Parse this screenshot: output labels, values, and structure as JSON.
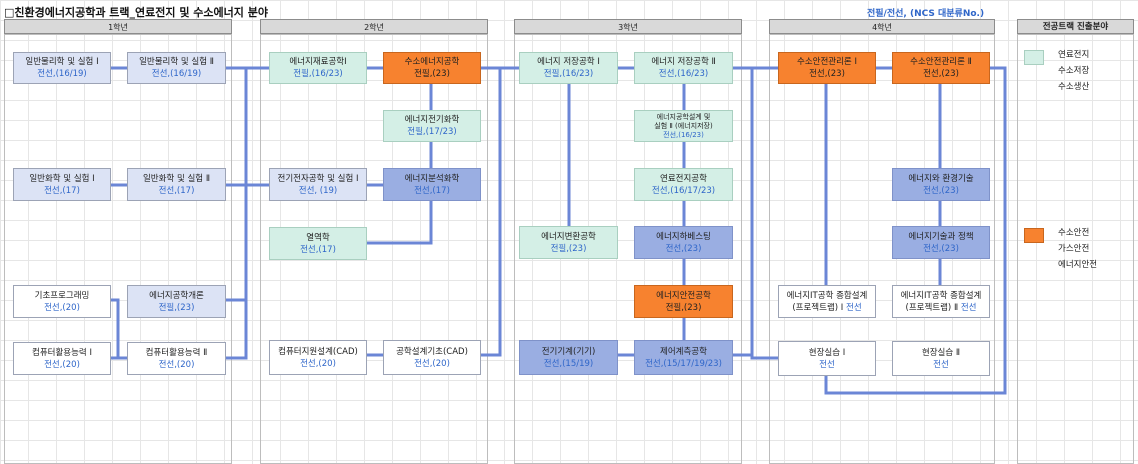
{
  "title": "□친환경에너지공학과 트랙_연료전지 및 수소에너지 분야",
  "legend_note": "전필/전선, (NCS 대분류No.)",
  "years": [
    "1학년",
    "2학년",
    "3학년",
    "4학년"
  ],
  "track_header": "전공트랙 진출분야",
  "legend": {
    "green": {
      "color": "#d4efe6",
      "lines": [
        "연료전지",
        "수소저장",
        "수소생산"
      ]
    },
    "orange": {
      "color": "#f7822f",
      "lines": [
        "수소안전",
        "가스안전",
        "에너지안전"
      ]
    }
  },
  "courses": {
    "phys1": {
      "name": "일반물리학 및 실험 Ⅰ",
      "code": "전선,(16/19)"
    },
    "phys2": {
      "name": "일반물리학 및 실험 Ⅱ",
      "code": "전선,(16/19)"
    },
    "chem1": {
      "name": "일반화학 및 실험 Ⅰ",
      "code": "전선,(17)"
    },
    "chem2": {
      "name": "일반화학 및 실험 Ⅱ",
      "code": "전선,(17)"
    },
    "prog": {
      "name": "기초프로그래밍",
      "code": "전선,(20)"
    },
    "comp1": {
      "name": "컴퓨터활용능력 Ⅰ",
      "code": "전선,(20)"
    },
    "intro": {
      "name": "에너지공학개론",
      "code": "전필,(23)"
    },
    "comp2": {
      "name": "컴퓨터활용능력 Ⅱ",
      "code": "전선,(20)"
    },
    "mat": {
      "name": "에너지재료공학Ⅰ",
      "code": "전필,(16/23)"
    },
    "h2eng": {
      "name": "수소에너지공학",
      "code": "전필,(23)"
    },
    "echem": {
      "name": "에너지전기화학",
      "code": "전필,(17/23)"
    },
    "elec": {
      "name": "전기전자공학 및 실험 Ⅰ",
      "code": "전선, (19)"
    },
    "anal": {
      "name": "에너지분석화학",
      "code": "전선,(17)"
    },
    "thermo": {
      "name": "열역학",
      "code": "전선,(17)"
    },
    "cad": {
      "name": "컴퓨터지원설계(CAD)",
      "code": "전선,(20)"
    },
    "engcad": {
      "name": "공학설계기초(CAD)",
      "code": "전선,(20)"
    },
    "stor1": {
      "name": "에너지 저장공학 Ⅰ",
      "code": "전필,(16/23)"
    },
    "stor2": {
      "name": "에너지 저장공학 Ⅱ",
      "code": "전선,(16/23)"
    },
    "design": {
      "name": "에너지공학설계 및",
      "name2": "실험 Ⅱ (에너지저장)",
      "code": "전선,(16/23)"
    },
    "fuel": {
      "name": "연료전지공학",
      "code": "전선,(16/17/23)"
    },
    "conv": {
      "name": "에너지변환공학",
      "code": "전필,(23)"
    },
    "harv": {
      "name": "에너지하베스팅",
      "code": "전선,(23)"
    },
    "safe": {
      "name": "에너지안전공학",
      "code": "전필,(23)"
    },
    "mach": {
      "name": "전기기계(기기)",
      "code": "전선,(15/19)"
    },
    "ctrl": {
      "name": "제어계측공학",
      "code": "전선,(15/17/19/23)"
    },
    "h2s1": {
      "name": "수소안전관리론 Ⅰ",
      "code": "전선,(23)"
    },
    "h2s2": {
      "name": "수소안전관리론 Ⅱ",
      "code": "전선,(23)"
    },
    "env": {
      "name": "에너지와 환경기술",
      "code": "전선,(23)"
    },
    "policy": {
      "name": "에너지기술과 정책",
      "code": "전선,(23)"
    },
    "it1": {
      "name": "에너지IT공학 종합설계",
      "name2": "(프로젝트랩) Ⅰ",
      "code": "전선"
    },
    "it2": {
      "name": "에너지IT공학 종합설계",
      "name2": "(프로젝트랩) Ⅱ",
      "code": "전선"
    },
    "intern1": {
      "name": "현장실습 Ⅰ",
      "code": "전선"
    },
    "intern2": {
      "name": "현장실습 Ⅱ",
      "code": "전선"
    }
  }
}
